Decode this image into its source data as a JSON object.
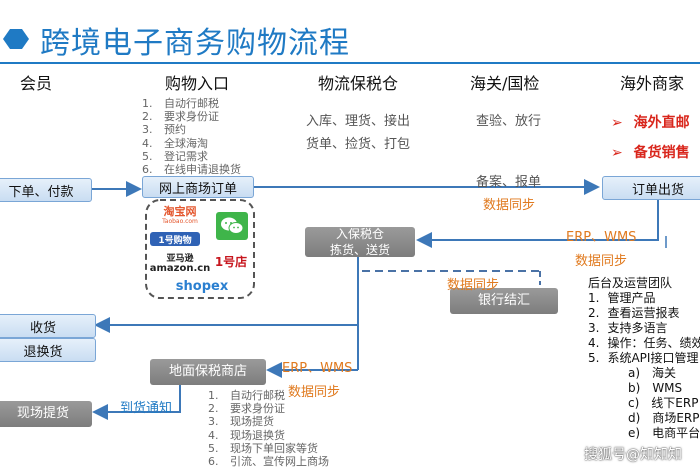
{
  "title": "跨境电子商务购物流程",
  "columns": {
    "member": "会员",
    "shop": "购物入口",
    "logistics": "物流保税仓",
    "customs": "海关/国检",
    "merchant": "海外商家"
  },
  "shop_features": [
    "自动行邮税",
    "要求身份证",
    "预约",
    "全球海淘",
    "登记需求",
    "在线申请退换货"
  ],
  "shop_features_nums": [
    "1.",
    "2.",
    "3.",
    "4.",
    "5.",
    "6."
  ],
  "logistics_line1": "入库、理货、接出",
  "logistics_line2": "货单、捡货、打包",
  "customs_line": "查验、放行",
  "merchant_items": [
    {
      "mark": "➢",
      "label": "海外直邮"
    },
    {
      "mark": "➢",
      "label": "备货销售"
    }
  ],
  "boxes": {
    "order_pay": "下单、付款",
    "online_order": "网上商场订单",
    "order_ship": "订单出货",
    "bonded_in_1": "入保税仓",
    "bonded_in_2": "拣货、送货",
    "bank": "银行结汇",
    "receive": "收货",
    "return": "退换货",
    "offline_store": "地面保税商店",
    "pickup": "现场提货"
  },
  "flow_labels": {
    "filing": "备案、报单",
    "data_sync_1": "数据同步",
    "erp_wms_1": "ERP、WMS",
    "data_sync_2": "数据同步",
    "data_sync_3": "数据同步",
    "erp_wms_2": "ERP、WMS",
    "data_sync_4": "数据同步",
    "arrival_notice": "到货通知"
  },
  "logos": {
    "taobao_1": "淘宝网",
    "taobao_2": "Taobao.com",
    "wechat": "",
    "yhd": "1号购物",
    "amazon_1": "亚马逊",
    "amazon_2": "amazon.cn",
    "yihaodian": "1号店",
    "shopex": "shopex"
  },
  "team": {
    "heading": "后台及运营团队",
    "items": [
      {
        "num": "1.",
        "text": "管理产品"
      },
      {
        "num": "2.",
        "text": "查看运营报表"
      },
      {
        "num": "3.",
        "text": "支持多语言"
      },
      {
        "num": "4.",
        "text": "操作：任务、绩效"
      },
      {
        "num": "5.",
        "text": "系统API接口管理"
      }
    ],
    "subitems": [
      {
        "num": "a)",
        "text": "海关"
      },
      {
        "num": "b)",
        "text": "WMS"
      },
      {
        "num": "c)",
        "text": "线下ERP"
      },
      {
        "num": "d)",
        "text": "商场ERP"
      },
      {
        "num": "e)",
        "text": "电商平台"
      }
    ]
  },
  "store_features": [
    "自动行邮税",
    "要求身份证",
    "现场提货",
    "现场退换货",
    "现场下单回家等货",
    "引流、宣传网上商场"
  ],
  "store_features_nums": [
    "1.",
    "2.",
    "3.",
    "4.",
    "5.",
    "6."
  ],
  "watermark": "搜狐号@知知知",
  "colors": {
    "accent_blue": "#1f7ac4",
    "orange": "#e07a1f",
    "red": "#d9261c",
    "box_gray": "#8a8a8a"
  }
}
